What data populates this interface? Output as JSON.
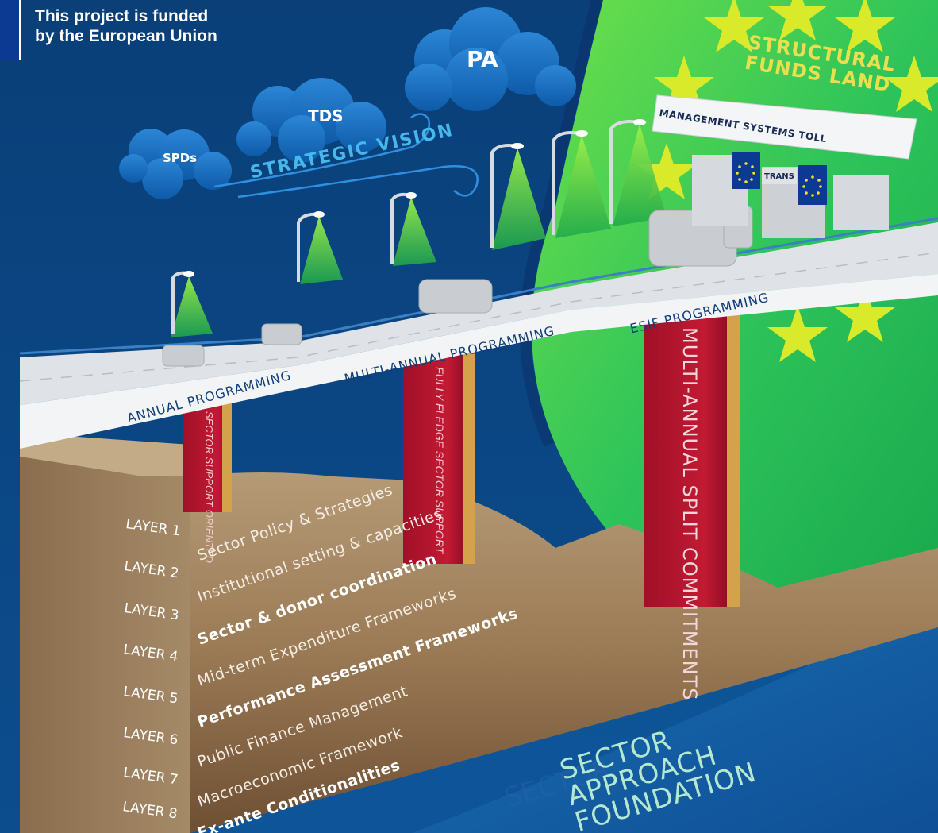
{
  "header": {
    "funding_line1": "This project is funded",
    "funding_line2": "by the European Union"
  },
  "clouds": {
    "pa": "PA",
    "tds": "TDS",
    "spds": "SPDs"
  },
  "strategic_vision": "STRATEGIC VISION",
  "structural_funds": {
    "line1": "STRUCTURAL",
    "line2": "FUNDS LAND"
  },
  "toll": {
    "sign": "MANAGEMENT SYSTEMS TOLL",
    "gate": "TRANS"
  },
  "road_segments": {
    "annual": "ANNUAL PROGRAMMING",
    "multi_annual": "MULTI-ANNUAL PROGRAMMING",
    "esif": "ESIF PROGRAMMING"
  },
  "pillars": {
    "p1_line1": "SECTOR SUPPORT",
    "p1_line2": "ORIENTED",
    "p2_line1": "FULLY FLEDGE",
    "p2_line2": "SECTOR SUPPORT",
    "p3_line1": "MULTI-ANNUAL",
    "p3_line2": "SPLIT COMMITMENTS"
  },
  "layers": [
    {
      "num": "LAYER 1",
      "name": "Sector Policy & Strategies"
    },
    {
      "num": "LAYER 2",
      "name": "Institutional setting & capacities"
    },
    {
      "num": "LAYER 3",
      "name": "Sector & donor coordination"
    },
    {
      "num": "LAYER 4",
      "name": "Mid-term Expenditure Frameworks"
    },
    {
      "num": "LAYER 5",
      "name": "Performance Assessment Frameworks"
    },
    {
      "num": "LAYER 6",
      "name": "Public Finance Management"
    },
    {
      "num": "LAYER 7",
      "name": "Macroeconomic Framework"
    },
    {
      "num": "LAYER 8",
      "name": "Ex-ante Conditionalities"
    }
  ],
  "foundation": {
    "line1": "SECTOR",
    "line2": "APPROACH",
    "line3": "FOUNDATION"
  },
  "colors": {
    "background_blue": "#0a3f7a",
    "green_land": "#3ecf5a",
    "star_yellow": "#d8ea2a",
    "pillar_red": "#b8162e",
    "earth_brown": "#a0825f",
    "bridge_white": "#eceff2"
  }
}
